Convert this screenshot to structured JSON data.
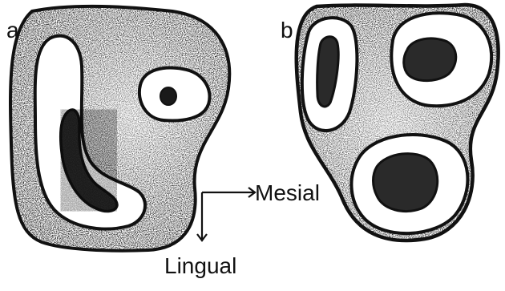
{
  "figure": {
    "panels": [
      {
        "label": "a"
      },
      {
        "label": "b"
      }
    ],
    "orientation": {
      "horizontal": "Mesial",
      "vertical": "Lingual"
    }
  }
}
